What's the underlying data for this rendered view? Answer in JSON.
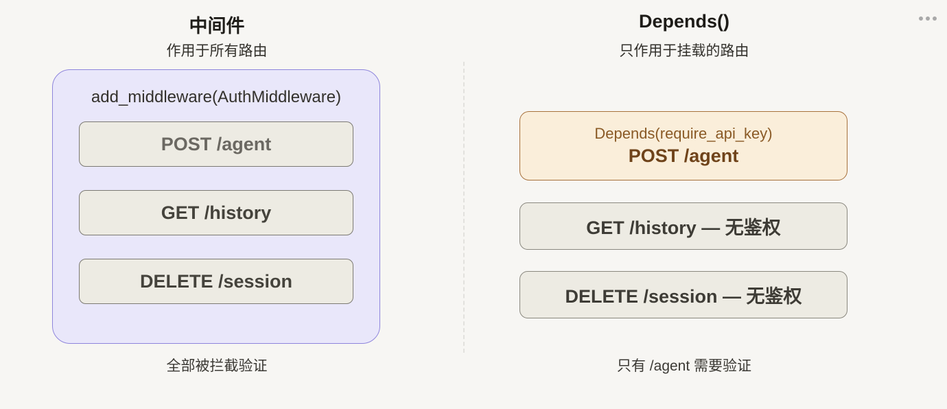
{
  "header": {
    "more_options_icon": "ellipsis-horizontal"
  },
  "left_panel": {
    "title": "中间件",
    "subtitle": "作用于所有路由",
    "container_label": "add_middleware(AuthMiddleware)",
    "routes": [
      "POST /agent",
      "GET /history",
      "DELETE /session"
    ],
    "caption": "全部被拦截验证",
    "colors": {
      "container_bg": "#e9e7fa",
      "container_border": "#8e85dc",
      "route_bg": "#edebe3",
      "route_border": "#7c7a72"
    }
  },
  "right_panel": {
    "title": "Depends()",
    "subtitle": "只作用于挂载的路由",
    "protected_route": {
      "dependency": "Depends(require_api_key)",
      "route": "POST /agent"
    },
    "routes": [
      "GET /history — 无鉴权",
      "DELETE /session — 无鉴权"
    ],
    "caption": "只有 /agent 需要验证",
    "colors": {
      "protected_bg": "#faeeda",
      "protected_border": "#a7703a",
      "dependency_text": "#8a5a26",
      "protected_route_text": "#6f431a"
    }
  }
}
